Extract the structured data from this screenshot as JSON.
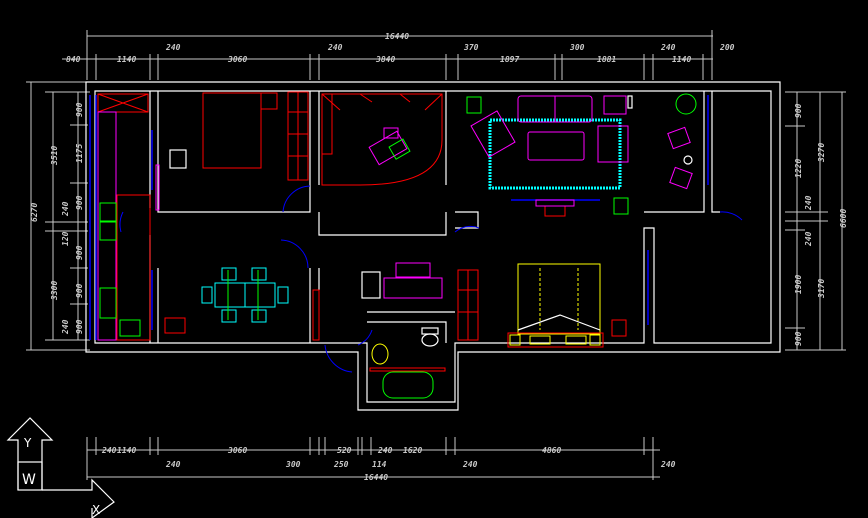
{
  "drawing": {
    "top_dimensions": {
      "total": "16440",
      "segments": [
        "840",
        "1140",
        "240",
        "3060",
        "240",
        "3840",
        "370",
        "1897",
        "300",
        "1881",
        "240",
        "1140",
        "200"
      ]
    },
    "bottom_dimensions": {
      "total": "16440",
      "segments": [
        "240",
        "1140",
        "240",
        "3060",
        "300",
        "250",
        "520",
        "114",
        "240",
        "1620",
        "240",
        "4860",
        "240"
      ]
    },
    "left_dimensions": {
      "total": "6270",
      "middle": [
        "3510",
        "3300"
      ],
      "segments": [
        "900",
        "1175",
        "900",
        "240",
        "120",
        "900",
        "900",
        "900",
        "240"
      ]
    },
    "right_dimensions": {
      "total": "6600",
      "middle": [
        "3270",
        "3170"
      ],
      "segments": [
        "900",
        "1220",
        "240",
        "240",
        "1900",
        "900"
      ]
    },
    "ucs_icon": {
      "y_label": "Y",
      "w_label": "W",
      "x_label": "X"
    },
    "colors": {
      "wall": "#ffffff",
      "window": "#0000ff",
      "furniture": "#ff00ff",
      "fixture": "#00ff00",
      "accent": "#ff0000",
      "dimension": "#c8c8c8"
    }
  }
}
